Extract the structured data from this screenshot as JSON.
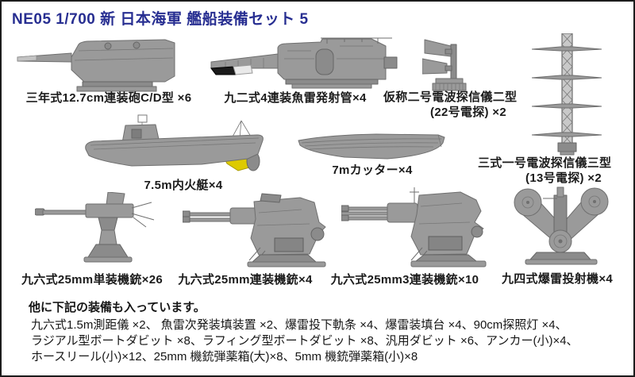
{
  "title": "NE05 1/700 新 日本海軍 艦船装備セット 5",
  "items": [
    {
      "name": "type3-127cm-twin-gun-turret",
      "label": "三年式12.7cm連装砲C/D型 ×6"
    },
    {
      "name": "type92-quad-torpedo-launcher",
      "label": "九二式4連装魚雷発射管×4"
    },
    {
      "name": "type2-radar-22",
      "label": "仮称二号電波探信儀二型",
      "sub": "(22号電探) ×2"
    },
    {
      "name": "type3-radar-13",
      "label": "三式一号電波探信儀三型",
      "sub": "(13号電探) ×2"
    },
    {
      "name": "motor-boat-75m",
      "label": "7.5m内火艇×4"
    },
    {
      "name": "cutter-7m",
      "label": "7mカッター×4"
    },
    {
      "name": "type96-25mm-single-mg",
      "label": "九六式25mm単装機銃×26"
    },
    {
      "name": "type96-25mm-twin-mg",
      "label": "九六式25mm連装機銃×4"
    },
    {
      "name": "type96-25mm-triple-mg",
      "label": "九六式25mm3連装機銃×10"
    },
    {
      "name": "type94-depth-charge-projector",
      "label": "九四式爆雷投射機×4"
    }
  ],
  "footer": {
    "heading": "他に下記の装備も入っています。",
    "lines": [
      "九六式1.5m測距儀 ×2、 魚雷次発装填装置 ×2、爆雷投下軌条 ×4、爆雷装填台 ×4、90cm探照灯 ×4、",
      "ラジアル型ボートダビット ×8、ラフィング型ボートダビット ×8、汎用ダビット ×6、アンカー(小)×4、",
      "ホースリール(小)×12、25mm 機銃弾薬箱(大)×8、5mm 機銃弾薬箱(小)×8"
    ]
  },
  "colors": {
    "title_blue": "#272e91",
    "silhouette_gray": "#9a9a9a",
    "torpedo_tip_black": "#1a1a1a",
    "propeller_yellow": "#ddca00",
    "border_black": "#1c1c1c"
  }
}
